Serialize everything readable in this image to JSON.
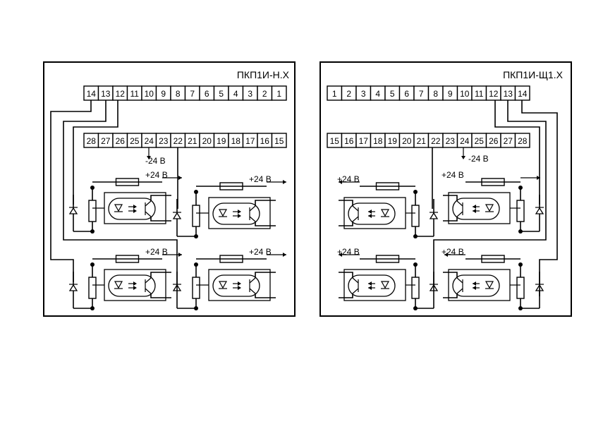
{
  "left_panel": {
    "title": "ПКП1И-Н.Х",
    "top_terminals": [
      "14",
      "13",
      "12",
      "11",
      "10",
      "9",
      "8",
      "7",
      "6",
      "5",
      "4",
      "3",
      "2",
      "1"
    ],
    "bottom_terminals": [
      "28",
      "27",
      "26",
      "25",
      "24",
      "23",
      "22",
      "21",
      "20",
      "19",
      "18",
      "17",
      "16",
      "15"
    ],
    "minus_label": "-24 В",
    "plus_labels": [
      "+24 В",
      "+24 В",
      "+24 В",
      "+24 В"
    ]
  },
  "right_panel": {
    "title": "ПКП1И-Щ1.Х",
    "top_terminals": [
      "1",
      "2",
      "3",
      "4",
      "5",
      "6",
      "7",
      "8",
      "9",
      "10",
      "11",
      "12",
      "13",
      "14"
    ],
    "bottom_terminals": [
      "15",
      "16",
      "17",
      "18",
      "19",
      "20",
      "21",
      "22",
      "23",
      "24",
      "25",
      "26",
      "27",
      "28"
    ],
    "minus_label": "-24 В",
    "plus_labels": [
      "+24 В",
      "+24 В",
      "+24 В",
      "+24 В"
    ]
  }
}
